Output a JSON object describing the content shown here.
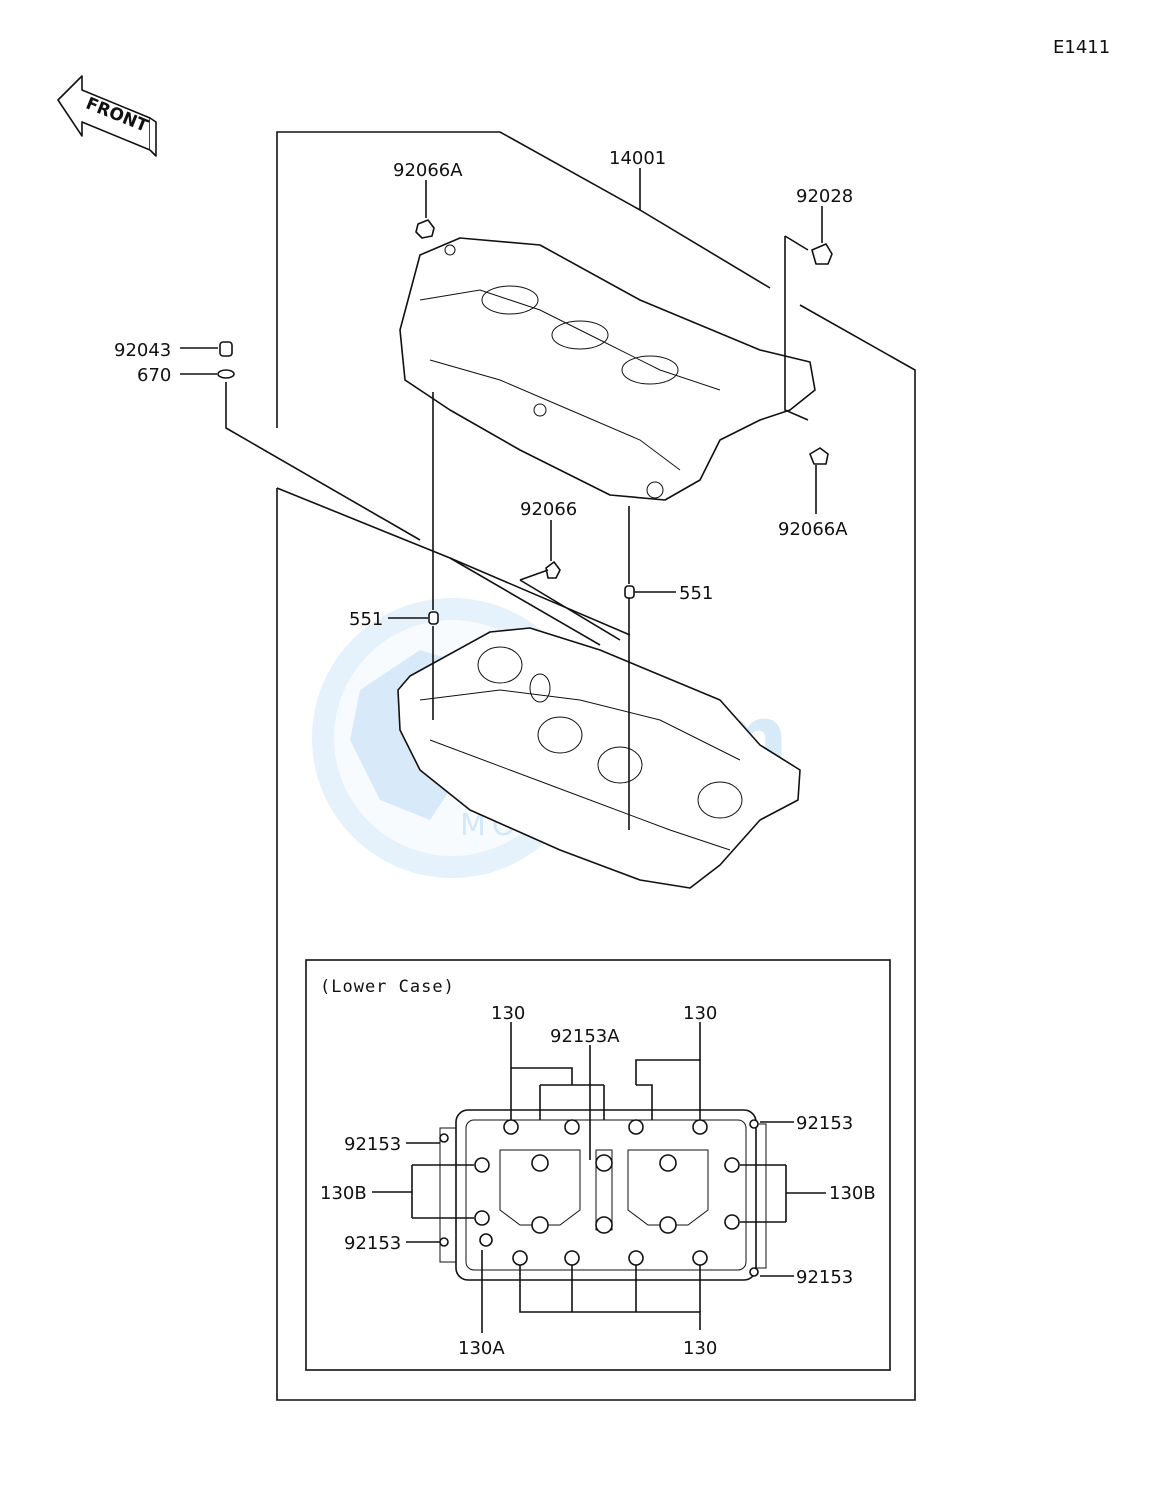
{
  "diagram_code": "E1411",
  "front_arrow": {
    "text": "FRONT",
    "icon": "front-arrow-icon"
  },
  "inset_caption": "(Lower Case)",
  "watermark": {
    "brand": "Gem",
    "subtitle": "MOTORPARTS",
    "color": "#cfe6f7"
  },
  "callouts": {
    "c14001": "14001",
    "c92066A_top": "92066A",
    "c92028": "92028",
    "c92043": "92043",
    "c670": "670",
    "c92066A_right": "92066A",
    "c92066": "92066",
    "c551_left": "551",
    "c551_right": "551",
    "in_130_tl": "130",
    "in_130_tr": "130",
    "in_92153A": "92153A",
    "in_92153_tr": "92153",
    "in_92153_l1": "92153",
    "in_130B_l": "130B",
    "in_130B_r": "130B",
    "in_92153_l2": "92153",
    "in_92153_br": "92153",
    "in_130A": "130A",
    "in_130_b": "130"
  }
}
